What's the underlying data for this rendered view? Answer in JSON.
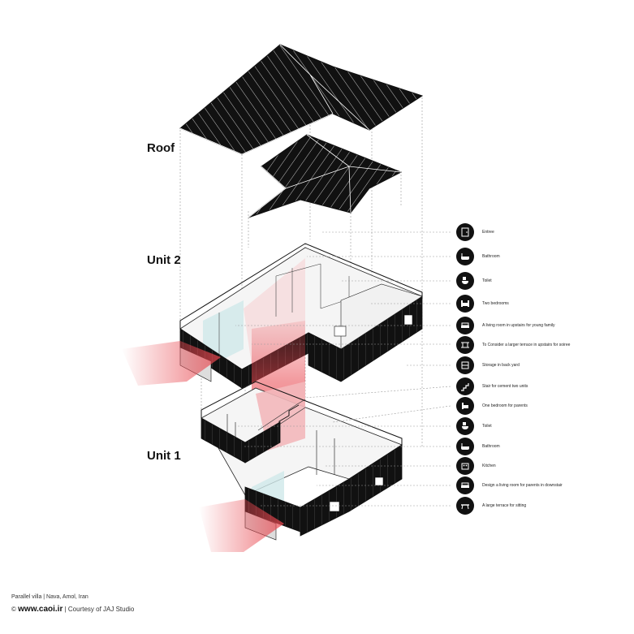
{
  "levels": {
    "roof": "Roof",
    "unit2": "Unit 2",
    "unit1": "Unit 1"
  },
  "legend": [
    {
      "label": "Entree",
      "icon": "entrance-icon"
    },
    {
      "label": "Bathroom",
      "icon": "bathtub-icon"
    },
    {
      "label": "Toilet",
      "icon": "toilet-icon"
    },
    {
      "label": "Two bedrooms",
      "icon": "double-bed-icon"
    },
    {
      "label": "A living room in upstairs for young family",
      "icon": "living-room-icon"
    },
    {
      "label": "To Consider a larger terrace in upstairs for soiree",
      "icon": "terrace-icon"
    },
    {
      "label": "Storage in back yard",
      "icon": "storage-icon"
    },
    {
      "label": "Stair for cement two units",
      "icon": "stair-icon"
    },
    {
      "label": "One bedroom for parents",
      "icon": "single-bed-icon"
    },
    {
      "label": "Toilet",
      "icon": "toilet-icon"
    },
    {
      "label": "Bathroom",
      "icon": "bathtub-icon"
    },
    {
      "label": "Kitchen",
      "icon": "kitchen-icon"
    },
    {
      "label": "Design a living room for parents in downstair",
      "icon": "living-room-icon"
    },
    {
      "label": "A large terrace for sitting",
      "icon": "terrace-table-icon"
    }
  ],
  "caption": {
    "project": "Parallel villa | Nava, Amol, Iran",
    "copyright": "©",
    "site": "www.caoi.ir",
    "separator": "|",
    "credit": "Courtesy of JAJ Studio"
  },
  "colors": {
    "black": "#111111",
    "accent_red": "#e8474f",
    "guide_line": "#9a9a9a"
  }
}
